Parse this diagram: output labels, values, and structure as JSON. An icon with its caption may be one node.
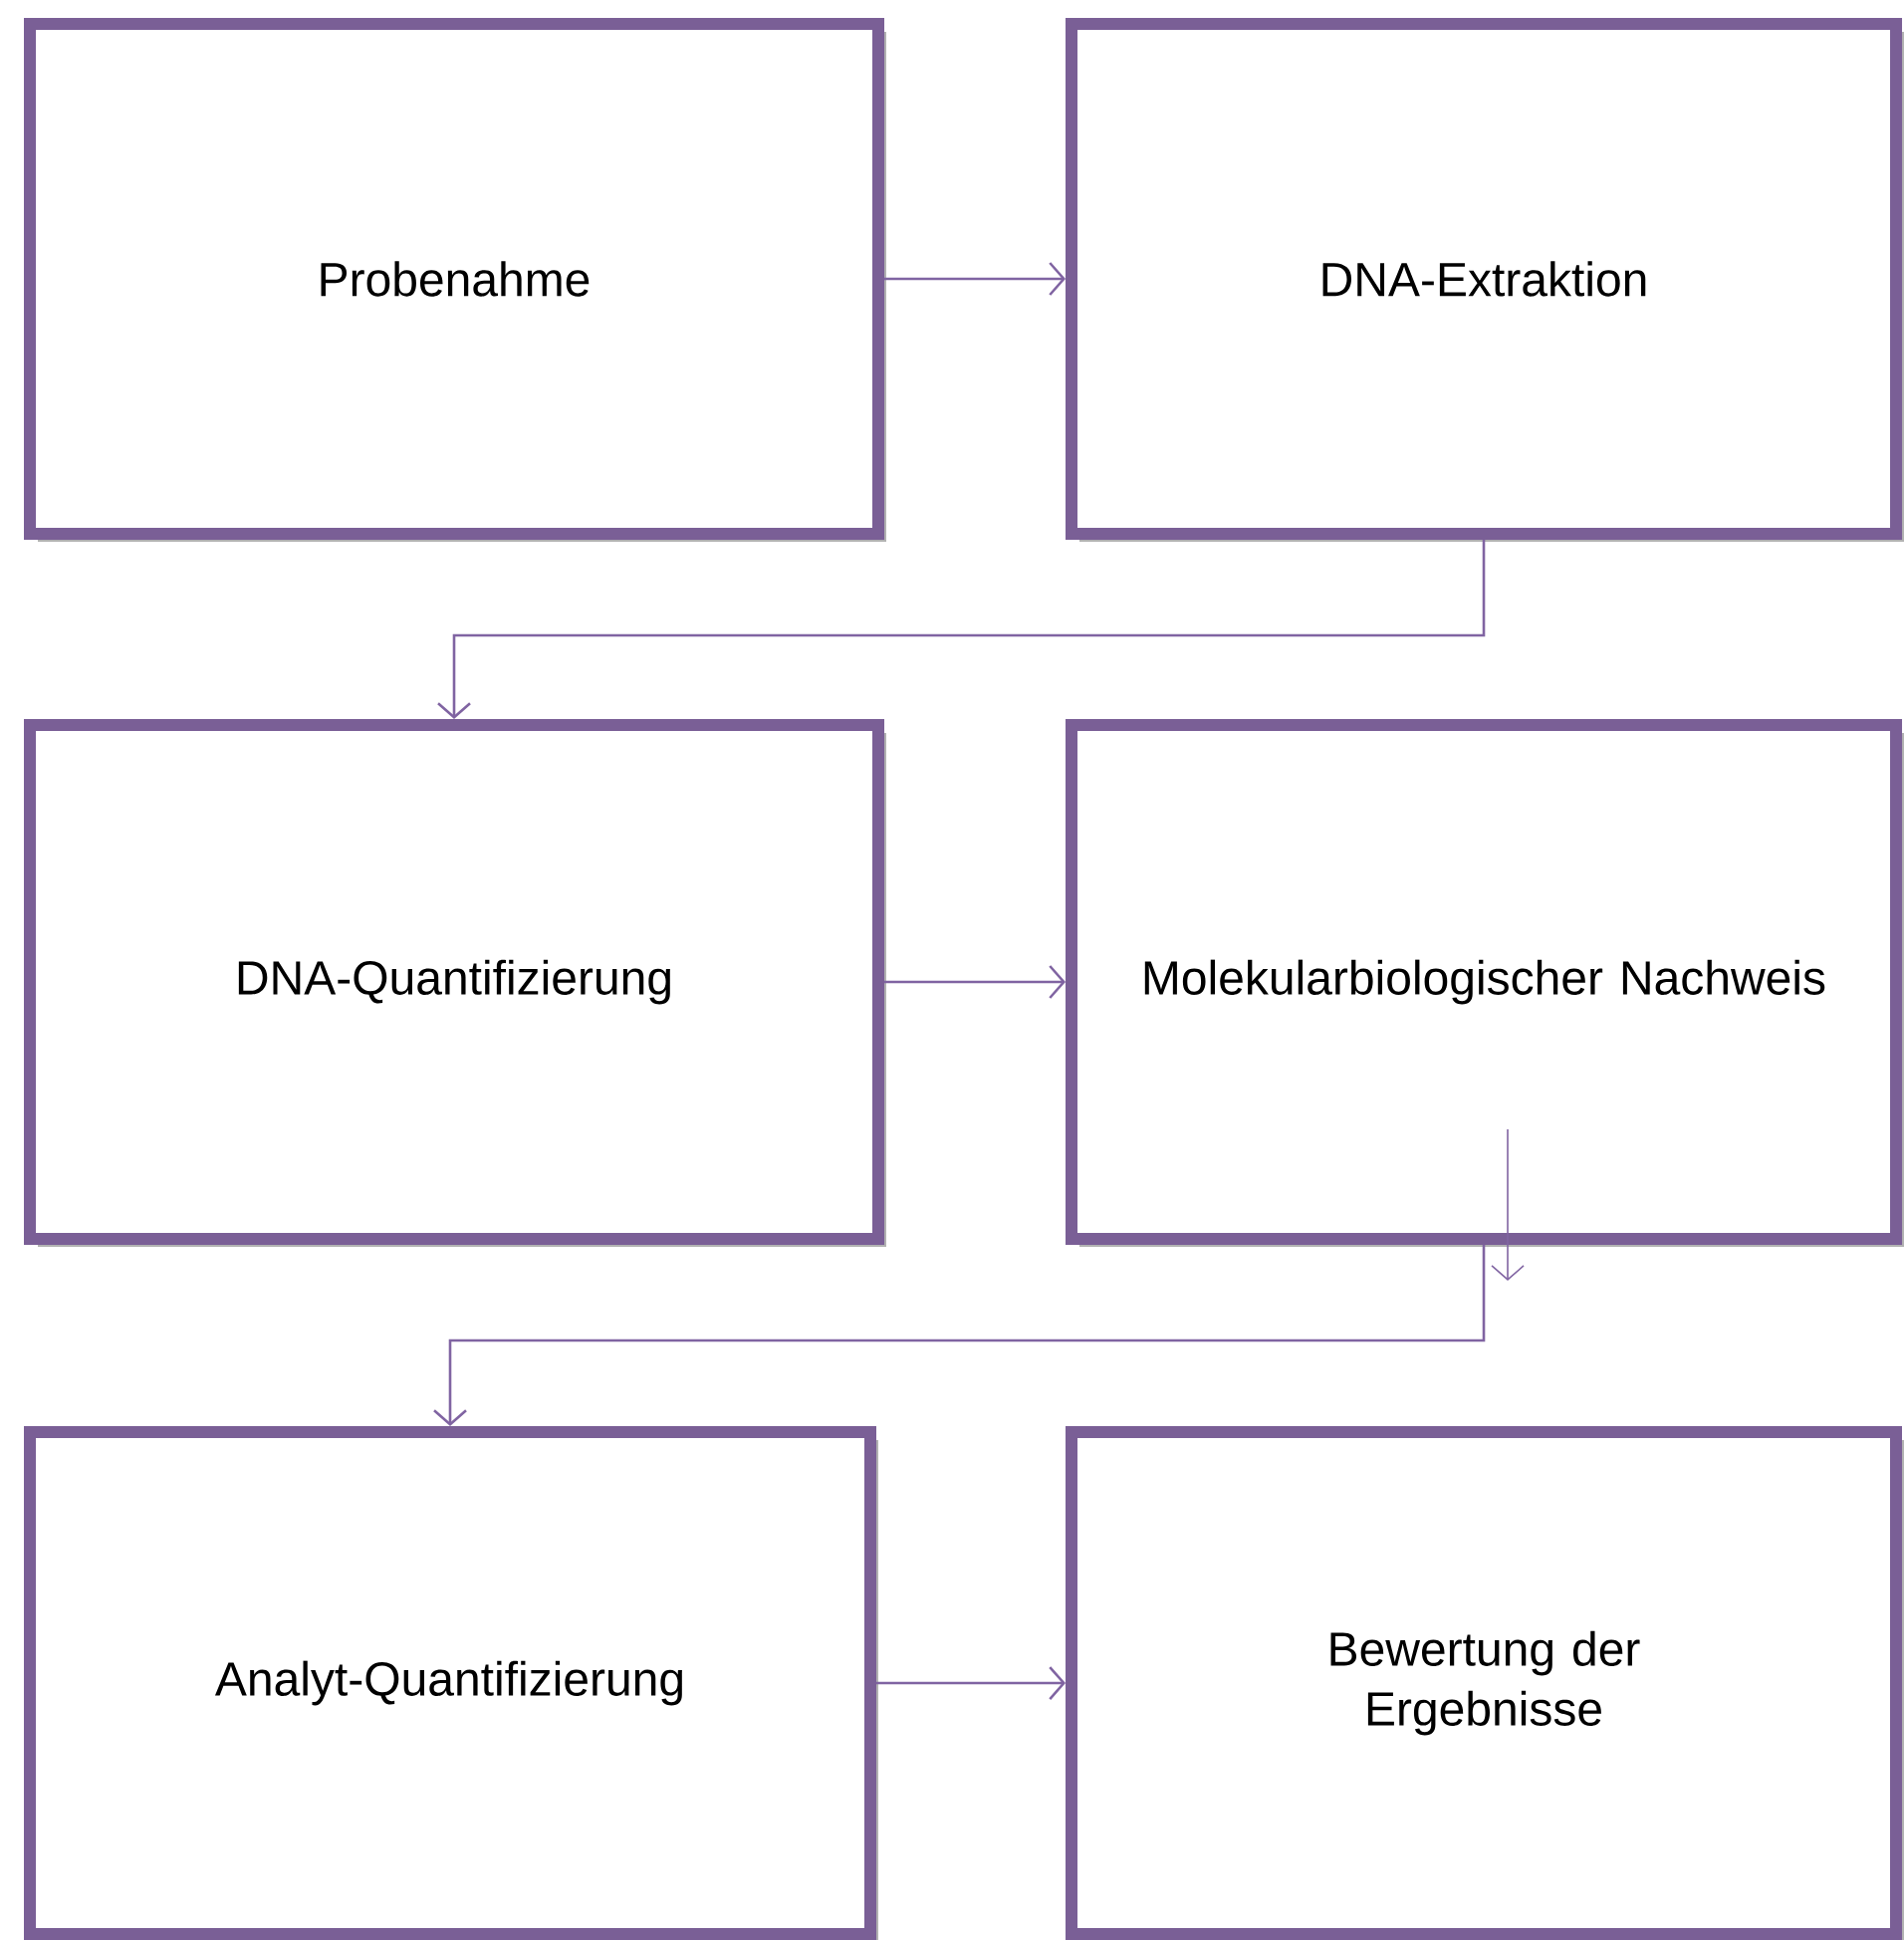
{
  "diagram": {
    "nodes": [
      {
        "text": [
          "Probenahme"
        ]
      },
      {
        "text": [
          "DNA-Extraktion"
        ]
      },
      {
        "text": [
          "DNA-Quantifizierung"
        ]
      },
      {
        "text": [
          "Molekularbiologischer Nachweis"
        ]
      },
      {
        "text": [
          "Analyt-Quantifizierung"
        ]
      },
      {
        "text": [
          "Bewertung der Ergebnisse"
        ]
      }
    ],
    "edges": [
      {
        "from": 0,
        "to": 1,
        "arrow": "to"
      },
      {
        "from": 1,
        "to": 2,
        "arrow": "to"
      },
      {
        "from": 2,
        "to": 3,
        "arrow": "to"
      },
      {
        "from": 3,
        "to": null,
        "arrow": "to"
      },
      {
        "from": 3,
        "to": 4,
        "arrow": "to"
      },
      {
        "from": 4,
        "to": 5,
        "arrow": "to"
      }
    ]
  }
}
